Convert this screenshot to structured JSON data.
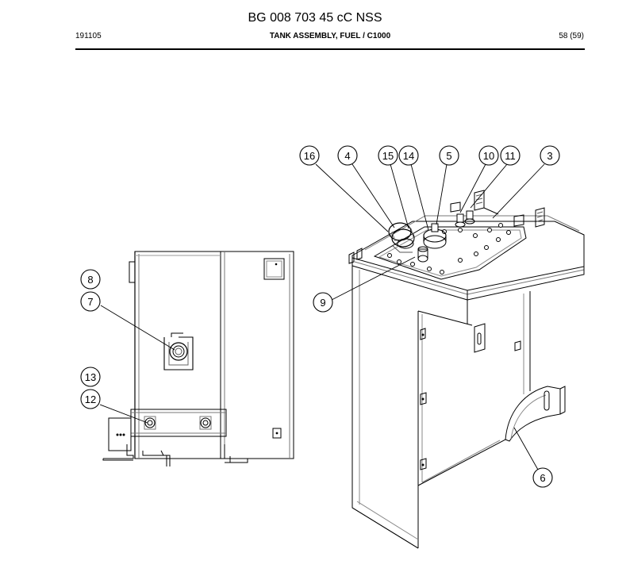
{
  "header": {
    "doc_number": "BG 008 703 45 cC NSS",
    "date_code": "191105",
    "title_main": "TANK ASSEMBLY, FUEL",
    "title_separator": " / ",
    "title_model": "C1000",
    "page": "58 (59)"
  },
  "callouts": {
    "c16": "16",
    "c4": "4",
    "c15": "15",
    "c14": "14",
    "c5": "5",
    "c10": "10",
    "c11": "11",
    "c3": "3",
    "c9": "9",
    "c6": "6",
    "c8": "8",
    "c7": "7",
    "c13": "13",
    "c12": "12"
  }
}
